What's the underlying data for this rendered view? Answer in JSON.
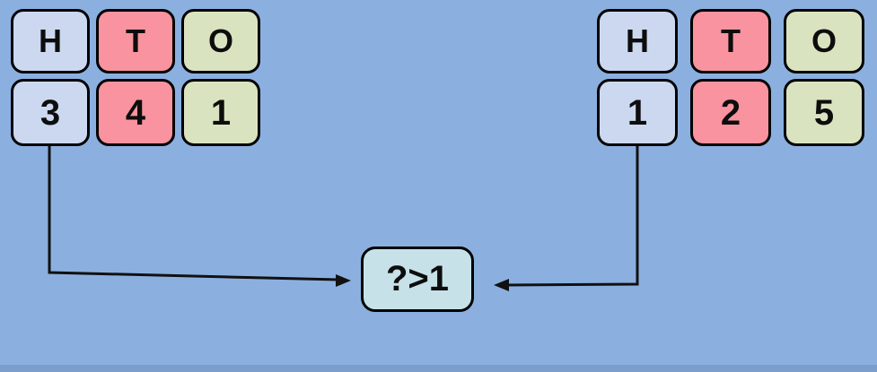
{
  "left_number": {
    "headers": [
      "H",
      "T",
      "O"
    ],
    "digits": [
      "3",
      "4",
      "1"
    ]
  },
  "right_number": {
    "headers": [
      "H",
      "T",
      "O"
    ],
    "digits": [
      "1",
      "2",
      "5"
    ]
  },
  "comparison_box": {
    "label": "?>1"
  },
  "colors": {
    "background": "#8BB0E0",
    "hundreds_tile": "#CBD8F0",
    "tens_tile": "#F9939F",
    "ones_tile": "#DAE3BF",
    "comparison_tile": "#C6E2E8",
    "tile_border": "#000000",
    "arrow": "#111111"
  }
}
